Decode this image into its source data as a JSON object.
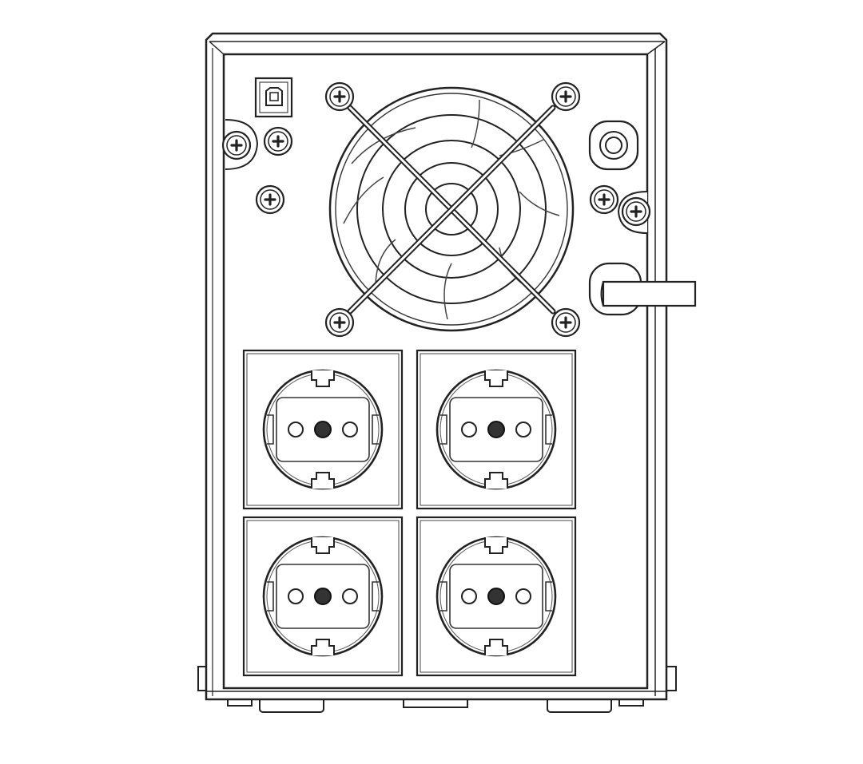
{
  "figure": {
    "subject": "ups-rear-panel",
    "line_color": "#222222",
    "panel_fill": "#ffffff",
    "hole_fill": "#ffffff",
    "ground_pin_fill": "#333333"
  },
  "panel": {
    "usb_port_icon": "usb-b-port-icon",
    "coax_connector_icon": "coax-connector-icon",
    "power_cable_icon": "power-cable-icon",
    "fan_icon": "cooling-fan-icon",
    "screw_icon": "screw-icon"
  },
  "outlets": [
    {
      "id": "outlet-1",
      "type": "schuko"
    },
    {
      "id": "outlet-2",
      "type": "schuko"
    },
    {
      "id": "outlet-3",
      "type": "schuko"
    },
    {
      "id": "outlet-4",
      "type": "schuko"
    }
  ]
}
